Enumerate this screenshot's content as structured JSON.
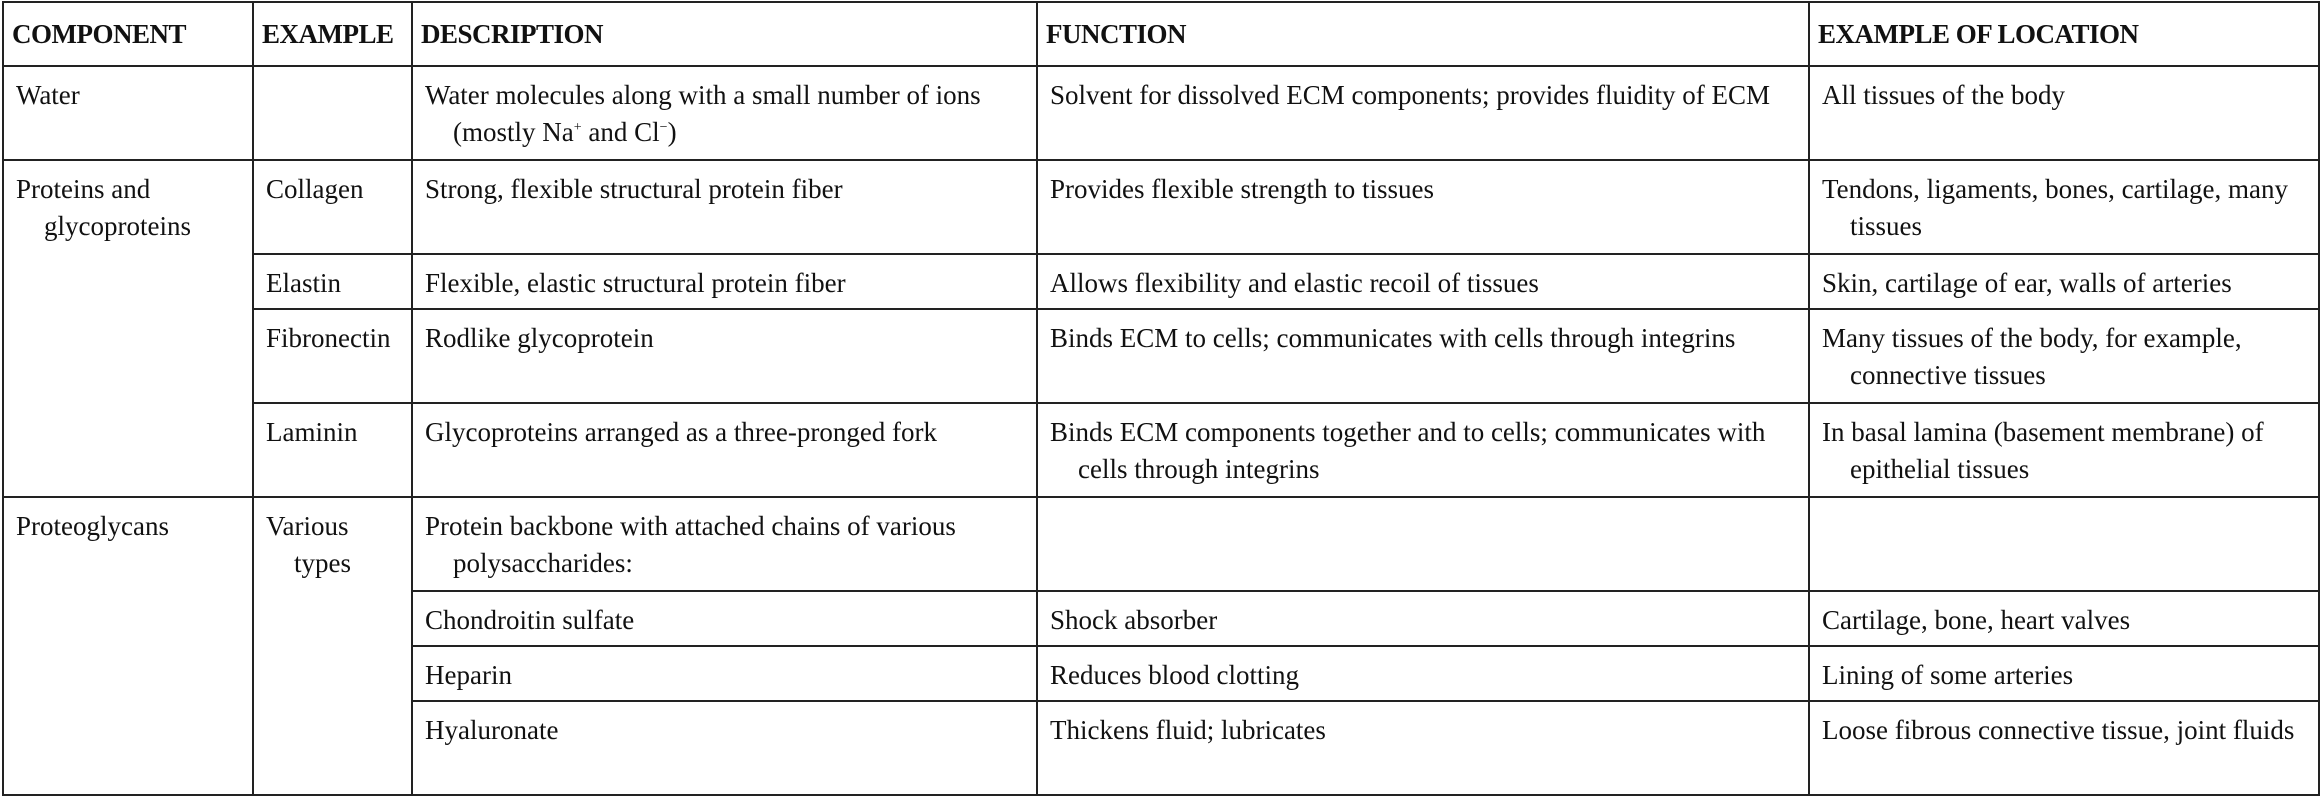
{
  "table": {
    "headers": {
      "component": "COMPONENT",
      "example": "EXAMPLE",
      "description": "DESCRIPTION",
      "function": "FUNCTION",
      "location": "EXAMPLE OF LOCATION"
    },
    "water": {
      "component": "Water",
      "example": "",
      "description_a": "Water molecules along with a small number of ions (mostly Na",
      "sup_plus": "+",
      "description_b": " and Cl",
      "sup_minus": "−",
      "description_c": ")",
      "function": "Solvent for dissolved ECM components; provides fluidity of ECM",
      "location": "All tissues of the body"
    },
    "proteins": {
      "component": "Proteins and glycoproteins",
      "rows": [
        {
          "example": "Collagen",
          "description": "Strong, flexible structural protein fiber",
          "function": "Provides flexible strength to tissues",
          "location": "Tendons, ligaments, bones, cartilage, many tissues"
        },
        {
          "example": "Elastin",
          "description": "Flexible, elastic structural protein fiber",
          "function": "Allows flexibility and elastic recoil of tissues",
          "location": "Skin, cartilage of ear, walls of arteries"
        },
        {
          "example": "Fibronectin",
          "description": "Rodlike glycoprotein",
          "function": "Binds ECM to cells; communicates with cells through integrins",
          "location": "Many tissues of the body, for example, connective tissues"
        },
        {
          "example": "Laminin",
          "description": "Glycoproteins arranged as a three-pronged fork",
          "function": "Binds ECM components together and to cells; communicates with cells through integrins",
          "location": "In basal lamina (basement membrane) of epithelial tissues"
        }
      ]
    },
    "proteoglycans": {
      "component": "Proteoglycans",
      "example": "Various types",
      "intro": "Protein backbone with attached chains of various polysaccharides:",
      "rows": [
        {
          "description": "Chondroitin sulfate",
          "function": "Shock absorber",
          "location": "Cartilage, bone, heart valves"
        },
        {
          "description": "Heparin",
          "function": "Reduces blood clotting",
          "location": "Lining of some arteries"
        },
        {
          "description": "Hyaluronate",
          "function": "Thickens fluid; lubricates",
          "location": "Loose fibrous connective tissue, joint fluids"
        }
      ]
    }
  }
}
